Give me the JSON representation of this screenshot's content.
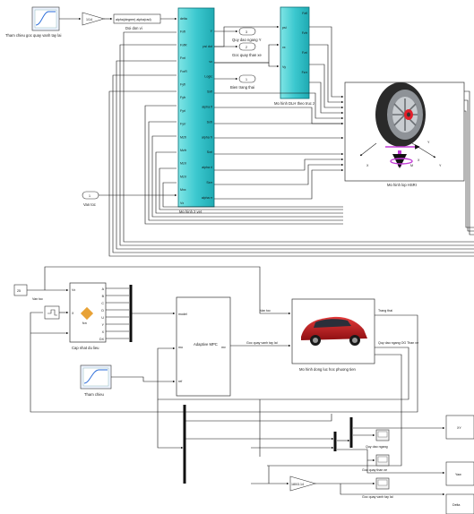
{
  "top": {
    "ref_block_label": "Tham chieu goc quay vanh tay lai",
    "gain_value": "1/14",
    "conversion_text": "alpha(degree) alpha(rad)",
    "conversion_label": "Doi don vi",
    "model_2vet_label": "Mo hinh 2 vet",
    "model_2vet_in_ports": [
      "delta",
      "FxfI",
      "FxfR",
      "FxrI",
      "FxrR",
      "Fyfl",
      "Fyfr",
      "Fyrl",
      "Fyrr",
      "Mzfl",
      "Mzfr",
      "Mzrl",
      "Mzrr",
      "Mxx",
      "Vx"
    ],
    "model_2vet_out_ports": [
      "Y",
      "psi dot",
      "vx",
      "Logic",
      "Sxfl",
      "alpha fl",
      "Sxfr",
      "alpha fr",
      "Sxrl",
      "alpha rl",
      "Sxrr",
      "alpha rr"
    ],
    "out3_num": "3",
    "out3_label": "Quy dao ngang Y",
    "out2_num": "2",
    "out2_label": "Goc quay than xe",
    "out1_num": "1",
    "out1_label": "Bien trang thai",
    "dlh_in_ports": [
      "psi",
      "vx",
      "Vy"
    ],
    "dlh_out_ports": [
      "Fzfl",
      "Fzfr",
      "Fzrl",
      "Fzrr"
    ],
    "dlh_label": "Mo hinh DLH theo truc z",
    "tire_label": "Mo hinh lop HSRI",
    "axis_labels": [
      "X",
      "F",
      "Y",
      "Y",
      "X",
      "M"
    ],
    "in1_num": "1",
    "in1_label": "Van toc"
  },
  "bottom": {
    "const_value": "25",
    "van_toc_tag": "Van toc",
    "update_label": "Cap nhat du lieu",
    "fcn_label": "fcn",
    "update_in_ports": [
      "Vx",
      "X"
    ],
    "update_out_ports": [
      "A",
      "B",
      "C",
      "D",
      "U",
      "Y",
      "X",
      "DX"
    ],
    "mpc_title": "Adaptive MPC",
    "mpc_ports": [
      "model",
      "mo",
      "ref",
      "mv"
    ],
    "ref_label": "Tham chieu",
    "vehicle_label": "Mo hinh dong luc hoc phuong tien",
    "van_toc_in": "Van toc",
    "goc_quay_in": "Goc quay vanh tay lai",
    "trang_thai": "Trang thai",
    "mv_out_label": "Goc quay vanh tay lai",
    "quy_dao_out": "Quy dao ngang OG Than xe",
    "scope_labels": [
      "Quy dao ngang",
      "Goc quay than xe",
      "Goc quay vanh tay lai"
    ],
    "gain2_value": "180/3.14",
    "out_labels": [
      "XY",
      "Yaw",
      "Delta"
    ]
  }
}
